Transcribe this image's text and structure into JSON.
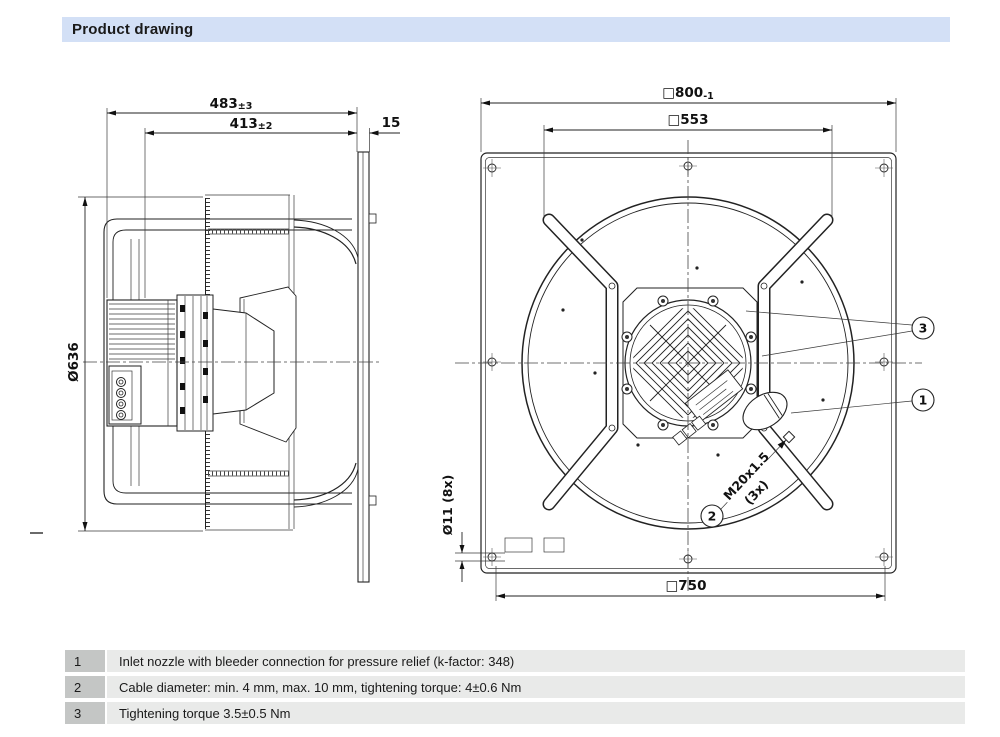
{
  "header": {
    "title": "Product drawing"
  },
  "colors": {
    "header_bg": "#d3e0f6",
    "note_number_bg": "#c4c6c5",
    "note_text_bg": "#e9eae9",
    "line_color": "#222222"
  },
  "side_view": {
    "dim_total": {
      "val": "483",
      "tol": "±3"
    },
    "dim_inner": {
      "val": "413",
      "tol": "±2"
    },
    "dim_offset": "15",
    "dim_diameter": "Ø636"
  },
  "front_view": {
    "dim_outer": {
      "val": "□800",
      "tol": "-1"
    },
    "dim_guard": "□553",
    "dim_bottom": "□750",
    "dim_hole": "Ø11 (8x)",
    "gland_label": {
      "line1": "M20x1.5",
      "line2": "(3x)"
    },
    "callout_1": "1",
    "callout_2": "2",
    "callout_3": "3"
  },
  "notes": [
    {
      "num": "1",
      "text": "Inlet nozzle with bleeder connection for pressure relief (k-factor: 348)"
    },
    {
      "num": "2",
      "text": "Cable diameter: min. 4 mm, max. 10 mm, tightening torque: 4±0.6 Nm"
    },
    {
      "num": "3",
      "text": "Tightening torque 3.5±0.5 Nm"
    }
  ]
}
